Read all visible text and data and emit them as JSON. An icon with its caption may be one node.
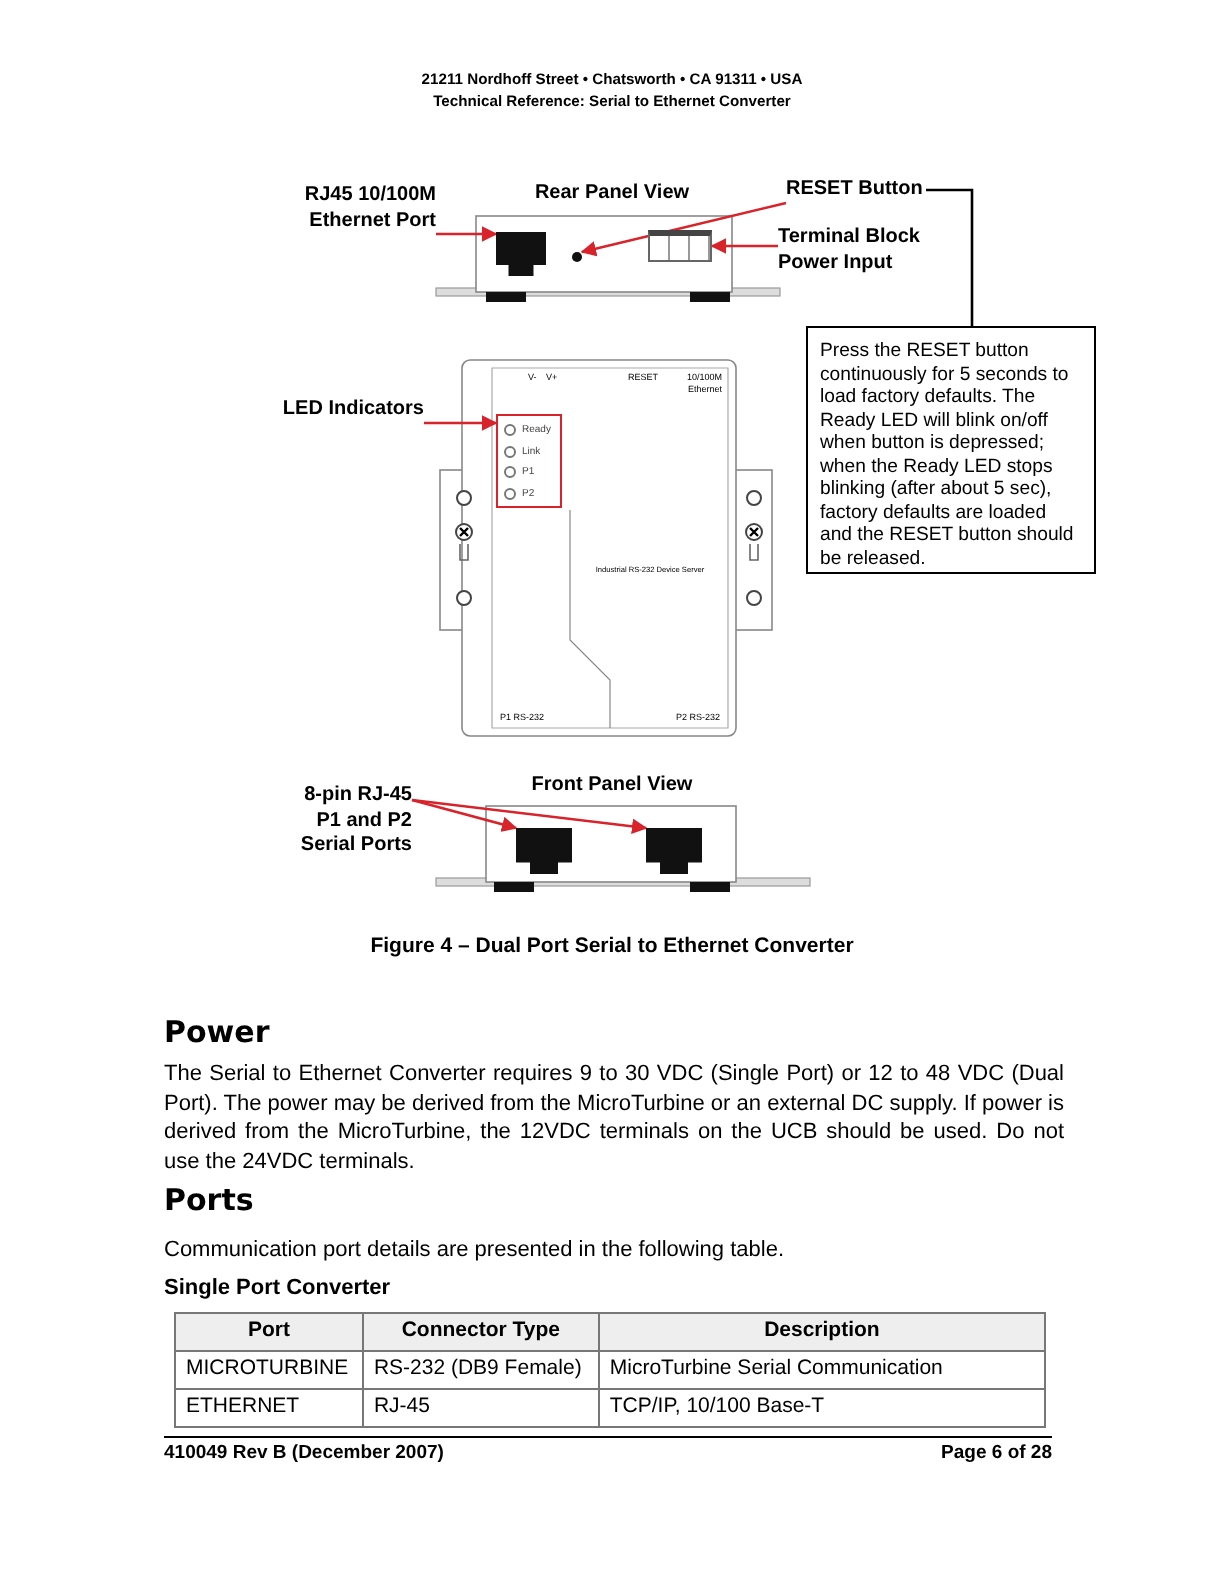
{
  "diagram": {
    "caption": "Figure 4 – Dual Port Serial to Ethernet Converter",
    "nodes": [
      {
        "text": [
          "RJ45 10/100M Ethernet Port"
        ]
      },
      {
        "text": [],
        "shape": "box"
      },
      {
        "text": [
          "RESET Button"
        ]
      },
      {
        "text": [],
        "shape": "circle"
      },
      {
        "text": [
          "Terminal Block Power Input"
        ]
      },
      {
        "text": [],
        "shape": "picture"
      },
      {
        "text": [
          "Press the RESET button continuously for 5 seconds to load factory defaults. The Ready LED will blink on/off when button is depressed; when the Ready LED stops blinking (after about 5 sec), factory defaults are loaded and the RESET button should be released."
        ]
      },
      {
        "text": [
          "LED Indicators"
        ]
      },
      {
        "text": [
          "Ready",
          "Link",
          "P1",
          "P2"
        ]
      },
      {
        "text": [
          "8-pin RJ-45 P1 and P2 Serial Ports"
        ]
      },
      {
        "text": [],
        "shape": "box"
      },
      {
        "text": [],
        "shape": "box"
      }
    ],
    "edges": [
      {
        "from": 0,
        "to": 1,
        "arrow": "to"
      },
      {
        "from": 2,
        "to": 3,
        "arrow": "to"
      },
      {
        "from": 4,
        "to": 5,
        "arrow": "to"
      },
      {
        "from": 2,
        "to": 6,
        "arrow": "none",
        "color": "#000000"
      },
      {
        "from": 7,
        "to": 8,
        "arrow": "to"
      },
      {
        "from": 9,
        "to": 10,
        "arrow": "to"
      },
      {
        "from": 9,
        "to": 11,
        "arrow": "to"
      }
    ],
    "labels": [
      "21211 Nordhoff Street • Chatsworth • CA 91311 • USA",
      "Technical Reference: Serial to Ethernet Converter",
      "Rear Panel View",
      "V-",
      "V+",
      "RESET",
      "10/100M Ethernet",
      "Industrial RS-232 Device Server",
      "P1 RS-232",
      "P2 RS-232",
      "Front Panel View",
      "Power",
      "The Serial to Ethernet Converter requires 9 to 30 VDC (Single Port) or 12 to 48 VDC (Dual Port). The power may be derived from the MicroTurbine or an external DC supply. If power is derived from the MicroTurbine, the 12VDC terminals on the UCB should be used. Do not use the 24VDC terminals.",
      "Ports",
      "Communication port details are presented in the following table.",
      "Single Port Converter",
      "Port",
      "Connector Type",
      "Description",
      "MICROTURBINE",
      "RS-232 (DB9 Female)",
      "MicroTurbine Serial Communication",
      "ETHERNET",
      "RJ-45",
      "TCP/IP, 10/100 Base-T",
      "410049 Rev B (December 2007)",
      "Page 6 of 28"
    ]
  }
}
